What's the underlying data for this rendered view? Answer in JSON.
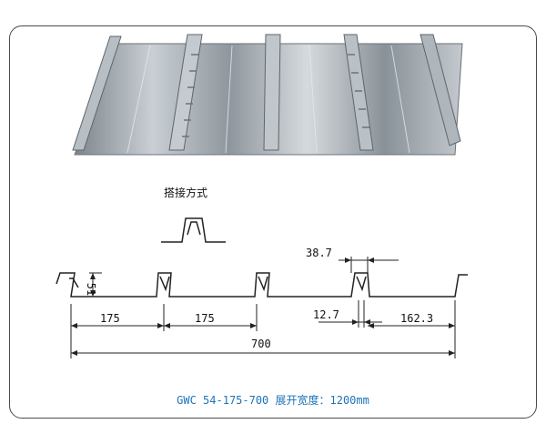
{
  "joint_title": "搭接方式",
  "dimensions": {
    "height": "51",
    "rib_top": "38.7",
    "rib_bottom": "12.7",
    "pitch_1": "175",
    "pitch_2": "175",
    "edge": "162.3",
    "overall": "700"
  },
  "caption": "GWC 54-175-700 展开宽度：1200mm",
  "colors": {
    "caption": "#1d73b8",
    "line": "#222222",
    "steel": "#9aa2aa"
  }
}
